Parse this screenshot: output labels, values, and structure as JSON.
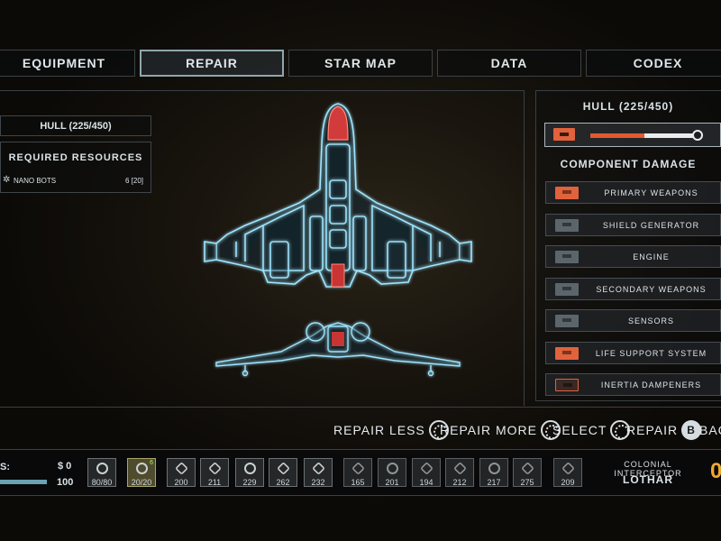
{
  "tabs": [
    {
      "label": "EQUIPMENT",
      "active": false
    },
    {
      "label": "REPAIR",
      "active": true
    },
    {
      "label": "STAR MAP",
      "active": false
    },
    {
      "label": "DATA",
      "active": false
    },
    {
      "label": "CODEX",
      "active": false
    }
  ],
  "left_panel": {
    "hull_label": "HULL (225/450)",
    "resources_title": "REQUIRED RESOURCES",
    "resource": {
      "name": "NANO BOTS",
      "count": "6 [20]",
      "icon": "nanobot-icon"
    }
  },
  "right_panel": {
    "hull_title": "HULL (225/450)",
    "hull_fraction": 0.5,
    "component_damage_title": "COMPONENT DAMAGE",
    "components": [
      {
        "label": "PRIMARY WEAPONS",
        "state": "damaged"
      },
      {
        "label": "SHIELD GENERATOR",
        "state": "ok"
      },
      {
        "label": "ENGINE",
        "state": "ok"
      },
      {
        "label": "SECONDARY WEAPONS",
        "state": "ok"
      },
      {
        "label": "SENSORS",
        "state": "ok"
      },
      {
        "label": "LIFE SUPPORT SYSTEM",
        "state": "damaged"
      },
      {
        "label": "INERTIA DAMPENERS",
        "state": "damaged"
      }
    ]
  },
  "actions": {
    "repair_less": "REPAIR LESS",
    "repair_more": "REPAIR MORE",
    "select": "SELECT",
    "repair": "REPAIR",
    "repair_button": "B",
    "back": "BAC"
  },
  "bottom_bar": {
    "stat_label": "S:",
    "money": "$ 0",
    "stat_value": "100",
    "slots": [
      {
        "value": "80/80",
        "state": "normal",
        "icon": "circle-icon"
      },
      {
        "value": "20/20",
        "state": "highlight",
        "badge": "6",
        "icon": "gear-icon"
      },
      {
        "value": "200",
        "state": "normal",
        "icon": "module-icon"
      },
      {
        "value": "211",
        "state": "normal",
        "icon": "module-icon"
      },
      {
        "value": "229",
        "state": "normal",
        "icon": "module-icon"
      },
      {
        "value": "262",
        "state": "normal",
        "icon": "module-icon"
      },
      {
        "value": "232",
        "state": "normal",
        "icon": "module-icon"
      },
      {
        "value": "165",
        "state": "dim",
        "icon": "module-icon"
      },
      {
        "value": "201",
        "state": "dim",
        "icon": "module-icon"
      },
      {
        "value": "194",
        "state": "dim",
        "icon": "module-icon"
      },
      {
        "value": "212",
        "state": "dim",
        "icon": "module-icon"
      },
      {
        "value": "217",
        "state": "dim",
        "icon": "module-icon"
      },
      {
        "value": "275",
        "state": "dim",
        "icon": "module-icon"
      },
      {
        "value": "209",
        "state": "dim",
        "icon": "module-icon"
      }
    ],
    "ship_class": "COLONIAL INTERCEPTOR",
    "ship_name": "LOTHAR",
    "trailing_value": "0"
  },
  "colors": {
    "accent_orange": "#e2623b",
    "blueprint_blue": "#9fe6ff",
    "highlight_slot": "#a9a56a"
  }
}
